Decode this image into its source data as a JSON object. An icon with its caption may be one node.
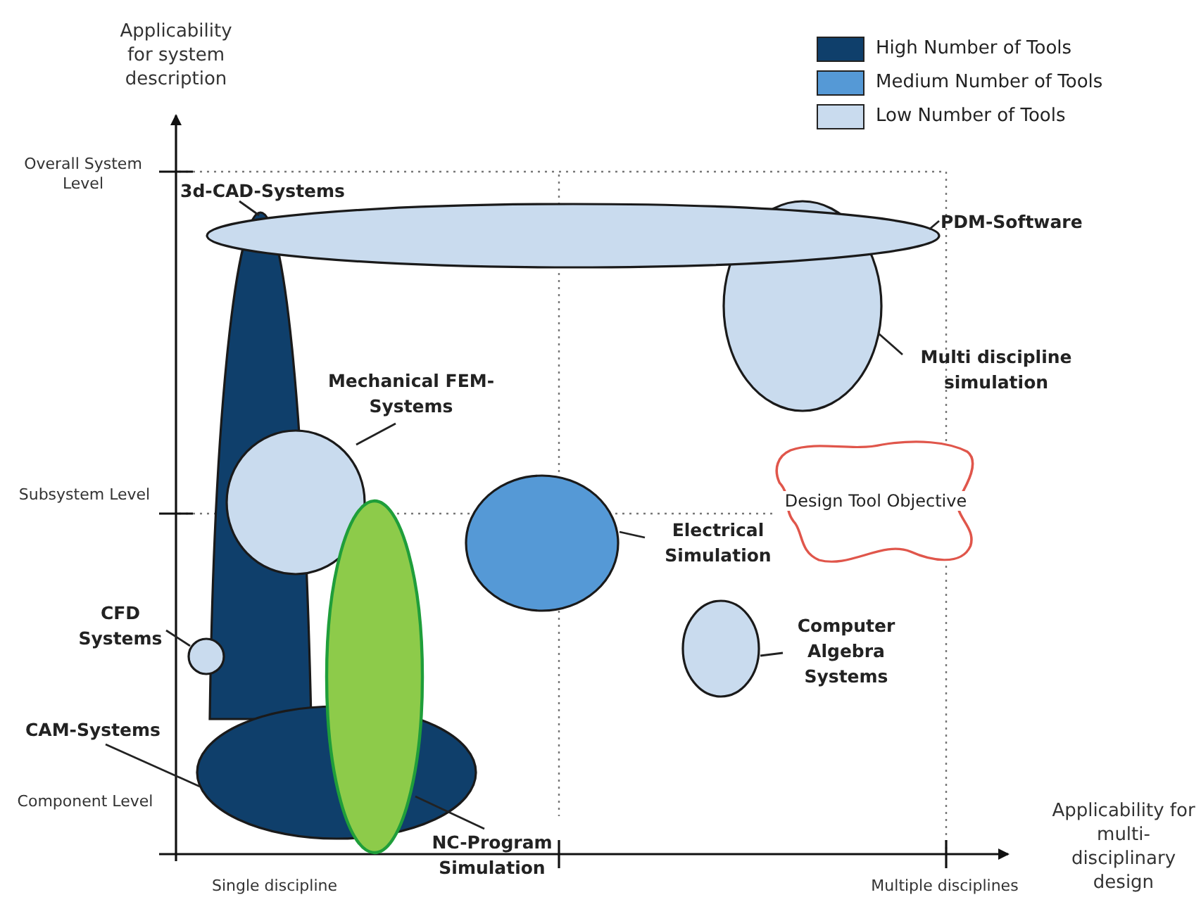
{
  "diagram": {
    "nodes": [
      {
        "text": [
          "3d-CAD-Systems"
        ]
      },
      {
        "text": [],
        "shape": "ellipse"
      },
      {
        "text": [
          "PDM-Software"
        ]
      },
      {
        "text": [],
        "shape": "ellipse"
      },
      {
        "text": [
          "Multi discipline simulation"
        ]
      },
      {
        "text": [],
        "shape": "ellipse"
      },
      {
        "text": [
          "Mechanical FEM-Systems"
        ]
      },
      {
        "text": [],
        "shape": "ellipse"
      },
      {
        "text": [
          "Design Tool Objective"
        ]
      },
      {
        "text": [
          "Electrical Simulation"
        ]
      },
      {
        "text": [],
        "shape": "ellipse"
      },
      {
        "text": [
          "CFD Systems"
        ]
      },
      {
        "text": [],
        "shape": "circle"
      },
      {
        "text": [
          "Computer Algebra Systems"
        ]
      },
      {
        "text": [],
        "shape": "ellipse"
      },
      {
        "text": [
          "CAM-Systems"
        ]
      },
      {
        "text": [],
        "shape": "ellipse"
      },
      {
        "text": [
          "NC-Program Simulation"
        ]
      },
      {
        "text": [],
        "shape": "ellipse"
      }
    ],
    "edges": [
      {
        "from": 0,
        "to": 1,
        "arrow": "none"
      },
      {
        "from": 2,
        "to": 3,
        "arrow": "none"
      },
      {
        "from": 4,
        "to": 5,
        "arrow": "none"
      },
      {
        "from": 6,
        "to": 7,
        "arrow": "none"
      },
      {
        "from": 9,
        "to": 10,
        "arrow": "none"
      },
      {
        "from": 11,
        "to": 12,
        "arrow": "none"
      },
      {
        "from": 13,
        "to": 14,
        "arrow": "none"
      },
      {
        "from": 15,
        "to": 16,
        "arrow": "none"
      },
      {
        "from": 17,
        "to": 18,
        "arrow": "none"
      }
    ],
    "labels": [
      "Applicability for system description",
      "Overall System Level",
      "Subsystem Level",
      "Component Level",
      "Single discipline",
      "Multiple disciplines",
      "Applicability for multi-disciplinary design"
    ],
    "legend": [
      {
        "text": "High Number of Tools",
        "color": "#0f3f6b"
      },
      {
        "text": "Medium Number of Tools",
        "color": "#5599d6"
      },
      {
        "text": "Low Number of Tools",
        "color": "#c9dbee"
      }
    ]
  }
}
